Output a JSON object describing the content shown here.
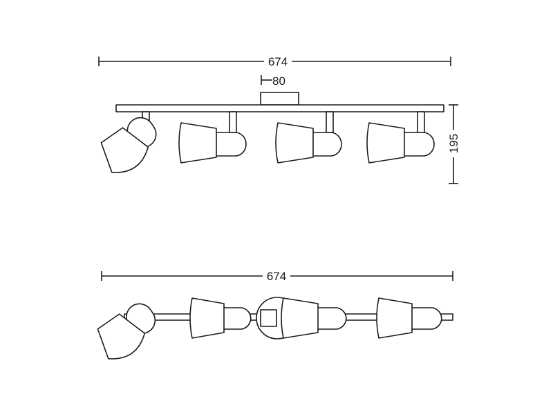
{
  "dimensions": {
    "front_width": "674",
    "mount_width": "80",
    "height": "195",
    "top_width": "674"
  },
  "colors": {
    "line": "#1a1a1a",
    "background": "#ffffff"
  }
}
